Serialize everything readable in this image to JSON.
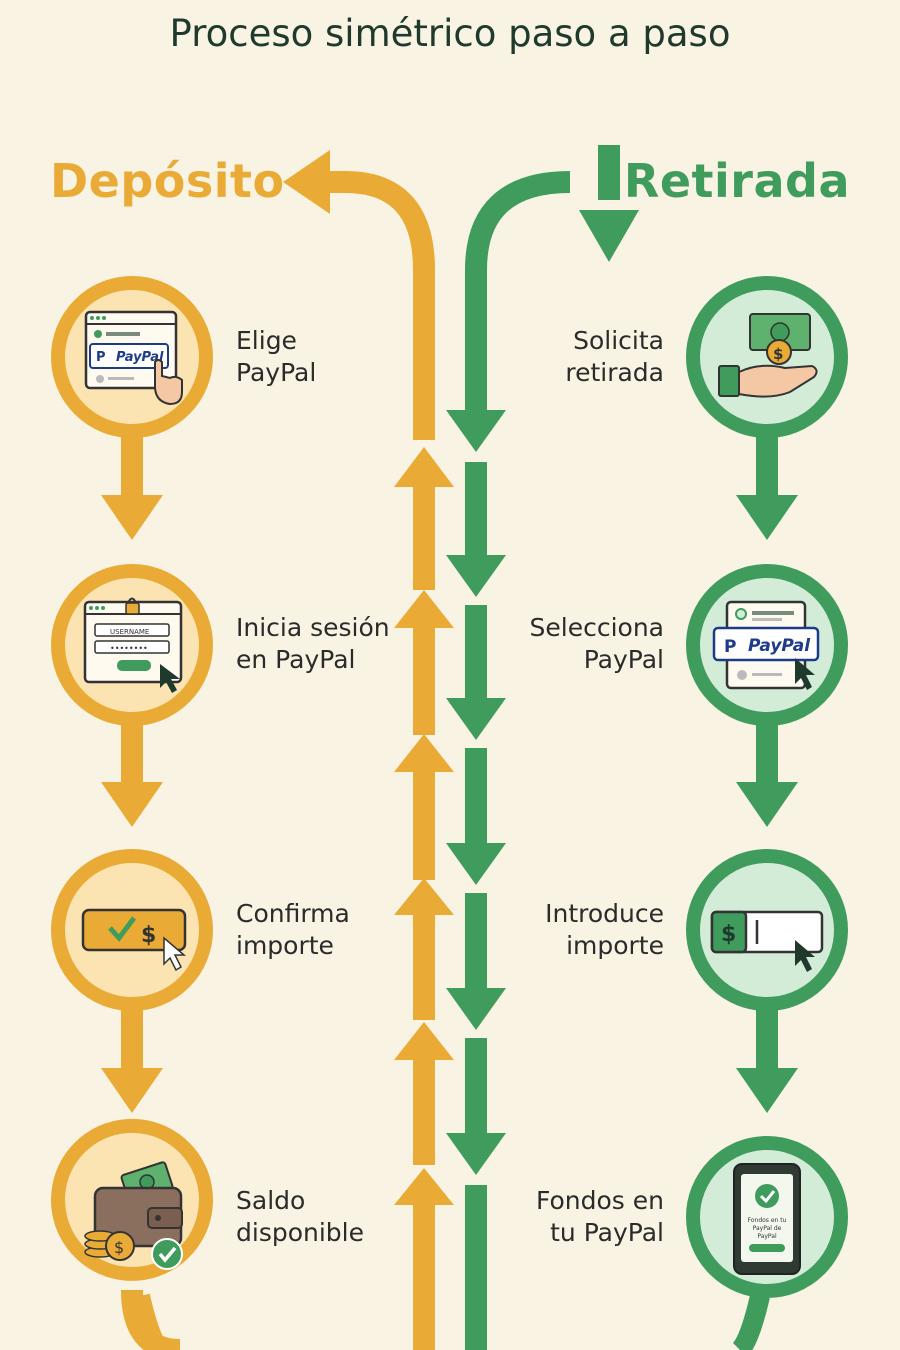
{
  "title": "Proceso simétrico paso a paso",
  "colors": {
    "deposit": "#e9ab35",
    "withdraw": "#3f9c5c",
    "background": "#f8f3e3",
    "deposit_fill": "#fbe3b2",
    "withdraw_fill": "#d3ecd7",
    "paypal_blue": "#1e3a8a"
  },
  "deposit": {
    "heading": "Depósito",
    "steps": [
      {
        "line1": "Elige",
        "line2": "PayPal",
        "icon": "paypal-select-icon"
      },
      {
        "line1": "Inicia sesión",
        "line2": "en PayPal",
        "icon": "login-form-icon"
      },
      {
        "line1": "Confirma",
        "line2": "importe",
        "icon": "confirm-amount-icon"
      },
      {
        "line1": "Saldo",
        "line2": "disponible",
        "icon": "wallet-coins-icon"
      }
    ]
  },
  "withdraw": {
    "heading": "Retirada",
    "steps": [
      {
        "line1": "Solicita",
        "line2": "retirada",
        "icon": "hand-money-icon"
      },
      {
        "line1": "Selecciona",
        "line2": "PayPal",
        "icon": "paypal-select-icon"
      },
      {
        "line1": "Introduce",
        "line2": "importe",
        "icon": "enter-amount-icon"
      },
      {
        "line1": "Fondos en",
        "line2": "tu PayPal",
        "icon": "phone-check-icon"
      }
    ]
  },
  "icon_text": {
    "paypal": "PayPal",
    "username": "USERNAME",
    "password": "••••••••",
    "dollar": "$",
    "phone_line1": "Fondos en tu",
    "phone_line2": "PayPal de",
    "phone_line3": "PayPal"
  }
}
